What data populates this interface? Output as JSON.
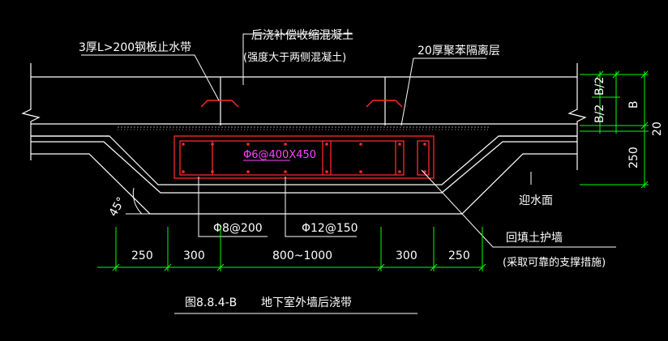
{
  "labels": {
    "steel_plate_waterstop": "3厚L>200钢板止水带",
    "late_pour_concrete": "后浇补偿收缩混凝土",
    "late_pour_concrete_note": "(强度大于两侧混凝土)",
    "polystyrene_layer": "20厚聚苯隔离层",
    "rebar_phi6": "Φ6@400X450",
    "rebar_phi8": "Φ8@200",
    "rebar_phi12": "Φ12@150",
    "water_face": "迎水面",
    "backfill_wall": "回填土护墙",
    "backfill_note": "(采取可靠的支撑措施)",
    "angle": "45°",
    "figure_number": "图8.8.4-B",
    "figure_title": "地下室外墙后浇带"
  },
  "dimensions": {
    "bottom": [
      "250",
      "300",
      "800~1000",
      "300",
      "250"
    ],
    "right": [
      "B/2",
      "B/2",
      "B",
      "20",
      "250"
    ]
  },
  "colors": {
    "background": "#000000",
    "outline": "#ffffff",
    "rebar": "#ff2a2a",
    "dimension": "#00ff00",
    "highlight": "#ff44ff"
  }
}
